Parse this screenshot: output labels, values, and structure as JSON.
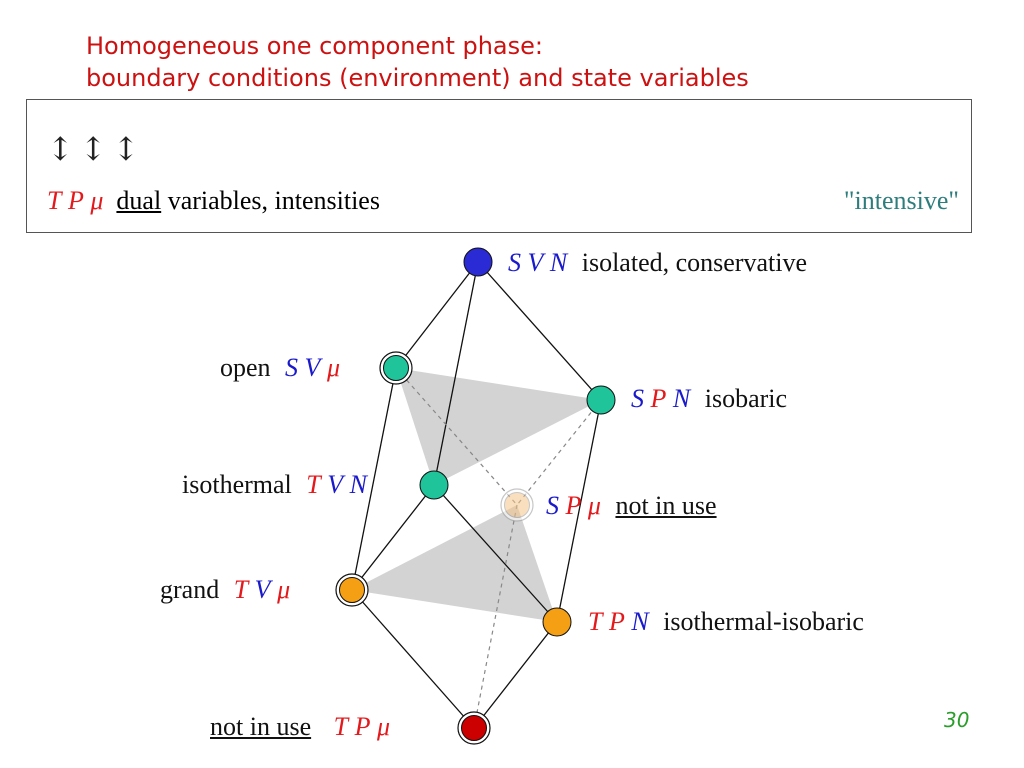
{
  "title": {
    "line1": "Homogeneous one component phase:",
    "line2": "boundary conditions (environment) and state variables"
  },
  "box": {
    "arrows": "↕↕↕",
    "vars": [
      "T",
      "P",
      "μ"
    ],
    "underlined_word": "dual",
    "description": "variables, intensities",
    "right_label": "\"intensive\""
  },
  "nodes": [
    {
      "id": "SVN",
      "vars": [
        "S",
        "V",
        "N"
      ],
      "label": "isolated, conservative",
      "label_side": "right",
      "color": "#2b2bd6",
      "double_ring": false
    },
    {
      "id": "SVmu",
      "vars": [
        "S",
        "V",
        "μ"
      ],
      "label": "open",
      "label_side": "left",
      "color": "#1fc49a",
      "double_ring": true
    },
    {
      "id": "SPN",
      "vars": [
        "S",
        "P",
        "N"
      ],
      "label": "isobaric",
      "label_side": "right",
      "color": "#1fc49a",
      "double_ring": false
    },
    {
      "id": "TVN",
      "vars": [
        "T",
        "V",
        "N"
      ],
      "label": "isothermal",
      "label_side": "left",
      "color": "#1fc49a",
      "double_ring": false
    },
    {
      "id": "SPmu",
      "vars": [
        "S",
        "P",
        "μ"
      ],
      "label": "not in use",
      "label_side": "right",
      "color": "#f5d4a4",
      "double_ring": true,
      "faded": true
    },
    {
      "id": "TVmu",
      "vars": [
        "T",
        "V",
        "μ"
      ],
      "label": "grand",
      "label_side": "left",
      "color": "#f5a014",
      "double_ring": true
    },
    {
      "id": "TPN",
      "vars": [
        "T",
        "P",
        "N"
      ],
      "label": "isothermal-isobaric",
      "label_side": "right",
      "color": "#f5a014",
      "double_ring": false
    },
    {
      "id": "TPmu",
      "vars": [
        "T",
        "P",
        "μ"
      ],
      "label": "not in use",
      "label_side": "left",
      "color": "#cc0000",
      "double_ring": true
    }
  ],
  "var_colors": {
    "T": "#e3191c",
    "P": "#e3191c",
    "μ": "#e3191c",
    "S": "#1a1acc",
    "V": "#1a1acc",
    "N": "#1a1acc"
  },
  "page_number": "30"
}
